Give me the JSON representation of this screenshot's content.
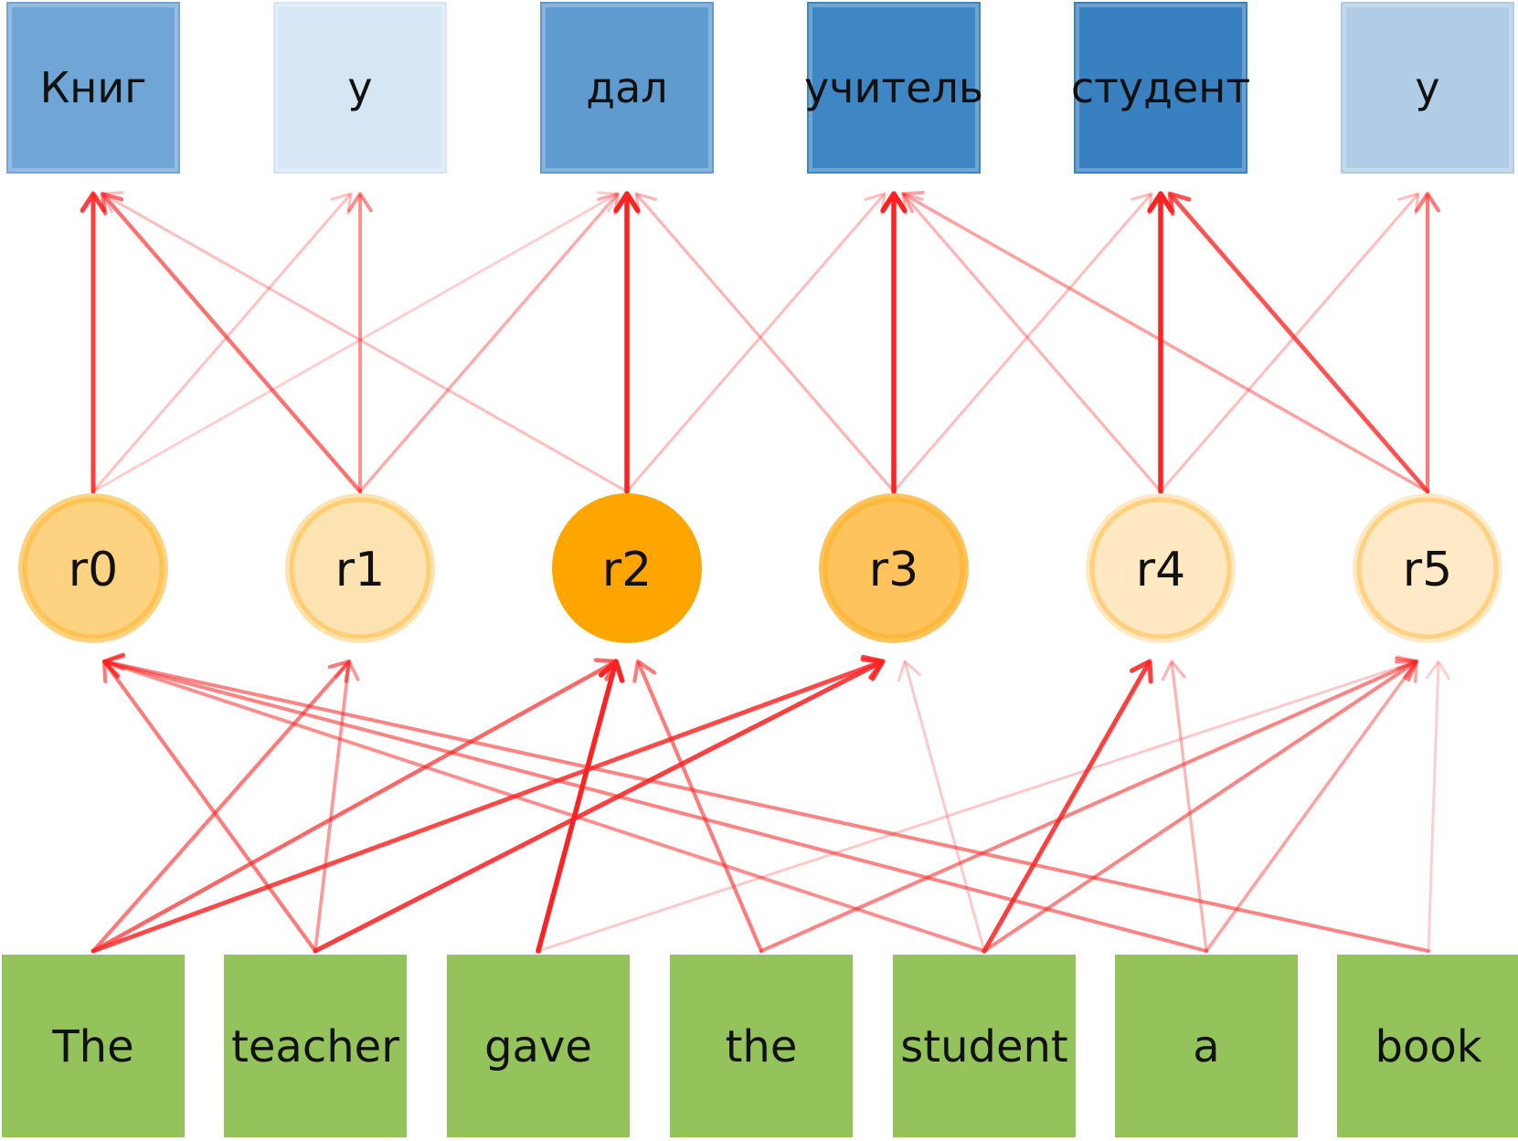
{
  "diagram": {
    "targets": [
      {
        "label": "Книг",
        "color": "#6fa6d6"
      },
      {
        "label": "у",
        "color": "#d6e6f4"
      },
      {
        "label": "дал",
        "color": "#5f9bce"
      },
      {
        "label": "учитель",
        "color": "#3f87c4"
      },
      {
        "label": "студент",
        "color": "#3880bf"
      },
      {
        "label": "у",
        "color": "#b1cde6"
      }
    ],
    "reps": [
      {
        "label": "r0",
        "color": "#fdd382"
      },
      {
        "label": "r1",
        "color": "#fee3b2"
      },
      {
        "label": "r2",
        "color": "#ffa500"
      },
      {
        "label": "r3",
        "color": "#fec35c"
      },
      {
        "label": "r4",
        "color": "#ffe8c2"
      },
      {
        "label": "r5",
        "color": "#ffe9c6"
      }
    ],
    "sources": [
      {
        "label": "The"
      },
      {
        "label": "teacher"
      },
      {
        "label": "gave"
      },
      {
        "label": "the"
      },
      {
        "label": "student"
      },
      {
        "label": "a"
      },
      {
        "label": "book"
      }
    ],
    "source_color": "#93c35a",
    "edge_color": "#ff2222",
    "rep_to_target_edges": [
      {
        "from": 0,
        "to": 0,
        "weight": 0.85
      },
      {
        "from": 0,
        "to": 1,
        "weight": 0.18
      },
      {
        "from": 0,
        "to": 2,
        "weight": 0.12
      },
      {
        "from": 1,
        "to": 0,
        "weight": 0.6
      },
      {
        "from": 1,
        "to": 1,
        "weight": 0.45
      },
      {
        "from": 1,
        "to": 2,
        "weight": 0.3
      },
      {
        "from": 2,
        "to": 0,
        "weight": 0.2
      },
      {
        "from": 2,
        "to": 2,
        "weight": 1.0
      },
      {
        "from": 2,
        "to": 3,
        "weight": 0.2
      },
      {
        "from": 3,
        "to": 2,
        "weight": 0.25
      },
      {
        "from": 3,
        "to": 3,
        "weight": 1.0
      },
      {
        "from": 3,
        "to": 4,
        "weight": 0.2
      },
      {
        "from": 4,
        "to": 3,
        "weight": 0.25
      },
      {
        "from": 4,
        "to": 4,
        "weight": 1.0
      },
      {
        "from": 4,
        "to": 5,
        "weight": 0.2
      },
      {
        "from": 5,
        "to": 3,
        "weight": 0.35
      },
      {
        "from": 5,
        "to": 4,
        "weight": 0.75
      },
      {
        "from": 5,
        "to": 5,
        "weight": 0.55
      }
    ],
    "source_to_rep_edges": [
      {
        "from": 0,
        "to": 1,
        "weight": 0.55
      },
      {
        "from": 0,
        "to": 2,
        "weight": 0.65
      },
      {
        "from": 0,
        "to": 3,
        "weight": 0.8
      },
      {
        "from": 1,
        "to": 0,
        "weight": 0.55
      },
      {
        "from": 1,
        "to": 1,
        "weight": 0.4
      },
      {
        "from": 1,
        "to": 3,
        "weight": 0.85
      },
      {
        "from": 2,
        "to": 2,
        "weight": 1.0
      },
      {
        "from": 2,
        "to": 5,
        "weight": 0.15
      },
      {
        "from": 3,
        "to": 2,
        "weight": 0.55
      },
      {
        "from": 3,
        "to": 5,
        "weight": 0.5
      },
      {
        "from": 4,
        "to": 0,
        "weight": 0.45
      },
      {
        "from": 4,
        "to": 4,
        "weight": 0.85
      },
      {
        "from": 4,
        "to": 5,
        "weight": 0.5
      },
      {
        "from": 4,
        "to": 3,
        "weight": 0.15
      },
      {
        "from": 5,
        "to": 0,
        "weight": 0.5
      },
      {
        "from": 5,
        "to": 4,
        "weight": 0.25
      },
      {
        "from": 5,
        "to": 5,
        "weight": 0.35
      },
      {
        "from": 6,
        "to": 0,
        "weight": 0.5
      },
      {
        "from": 6,
        "to": 5,
        "weight": 0.12
      }
    ]
  }
}
